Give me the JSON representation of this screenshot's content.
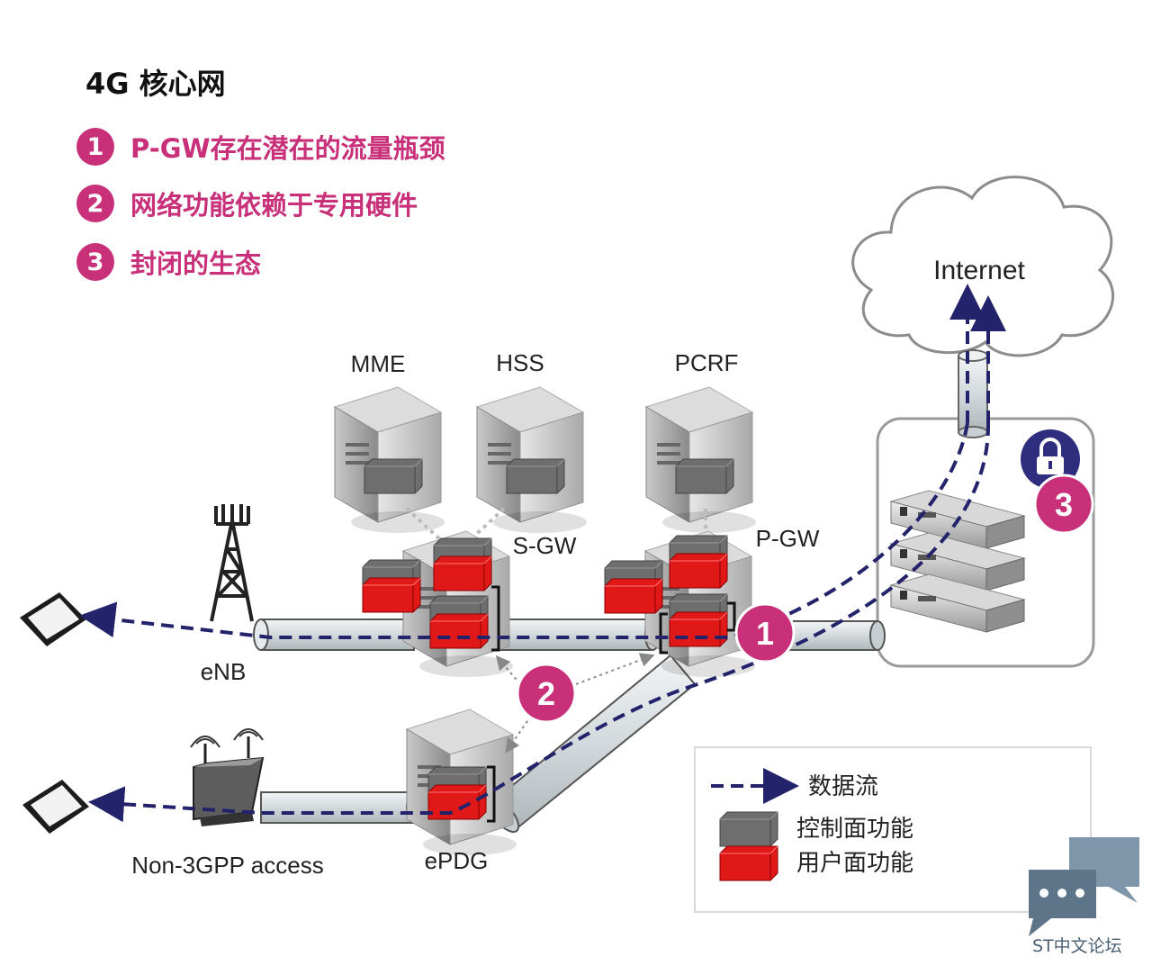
{
  "title": "4G 核心网",
  "issues": [
    {
      "num": "1",
      "text": "P-GW存在潜在的流量瓶颈"
    },
    {
      "num": "2",
      "text": "网络功能依赖于专用硬件"
    },
    {
      "num": "3",
      "text": "封闭的生态"
    }
  ],
  "nodes": {
    "mme": "MME",
    "hss": "HSS",
    "pcrf": "PCRF",
    "sgw": "S-GW",
    "pgw": "P-GW",
    "enb": "eNB",
    "epdg": "ePDG",
    "non3gpp": "Non-3GPP access",
    "internet": "Internet"
  },
  "badges": {
    "one": "1",
    "two": "2",
    "three": "3"
  },
  "legend": {
    "data_flow": "数据流",
    "control_plane": "控制面功能",
    "user_plane": "用户面功能"
  },
  "watermark": "ST中文论坛",
  "colors": {
    "accent": "#c8307a",
    "flow": "#23236b",
    "control": "#7a7a7a",
    "user": "#e01818",
    "lock": "#2f2e7e"
  }
}
